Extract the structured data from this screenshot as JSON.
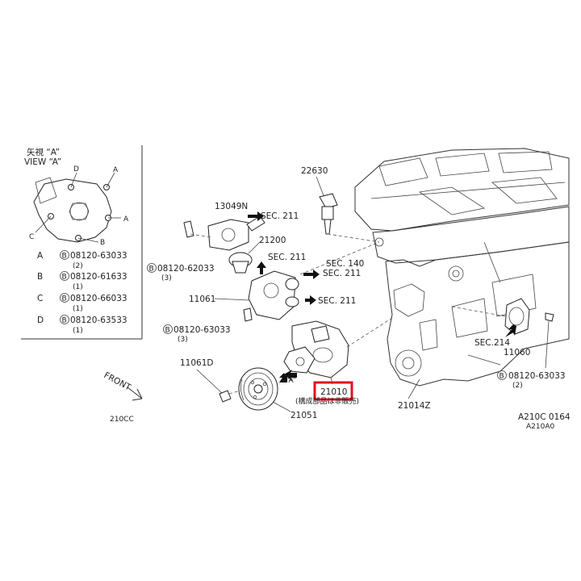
{
  "view_panel": {
    "title_jp": "矢視 “A”",
    "title": "VIEW “A”",
    "points": {
      "a": "A",
      "b": "B",
      "c": "C",
      "d": "D"
    },
    "legend": [
      {
        "key": "A",
        "bolt": "08120-63033",
        "qty": "(2)"
      },
      {
        "key": "B",
        "bolt": "08120-61633",
        "qty": "(1)"
      },
      {
        "key": "C",
        "bolt": "08120-66033",
        "qty": "(1)"
      },
      {
        "key": "D",
        "bolt": "08120-63533",
        "qty": "(1)"
      }
    ]
  },
  "bolt_symbol": "B",
  "labels": {
    "p22630": "22630",
    "p13049n": "13049N",
    "p21200": "21200",
    "p11061": "11061",
    "p11061d": "11061D",
    "p21051": "21051",
    "p21010": "21010",
    "p21014z": "21014Z",
    "p11060": "11060",
    "sec211_a": "SEC. 211",
    "sec211_b": "SEC. 211",
    "sec211_c": "SEC. 211",
    "sec211_d": "SEC. 211",
    "sec140": "SEC. 140",
    "sec214": "SEC.214",
    "bolt_62033": "08120-62033",
    "bolt_62033_qty": "(3)",
    "bolt_63033_left": "08120-63033",
    "bolt_63033_left_qty": "(3)",
    "bolt_63033_right": "08120-63033",
    "bolt_63033_right_qty": "(2)",
    "view_a_marker": "“A”",
    "assembly_note": "(構成部品は非販売)",
    "front": "FRONT",
    "diagram_code": "A210C 0164",
    "cut_text_bottom": "210CC",
    "cut_text_right": "A210A0"
  },
  "highlight_color": "#e0101c"
}
